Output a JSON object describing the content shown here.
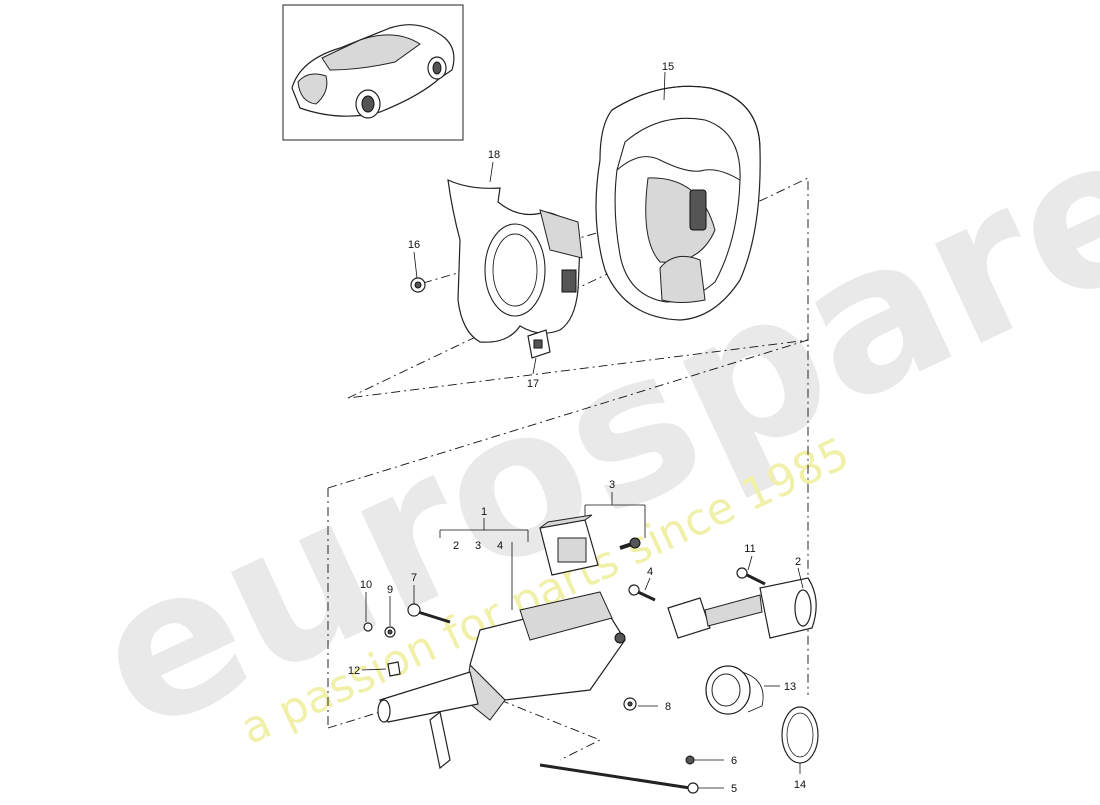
{
  "watermark": {
    "brand": "eurospares",
    "tagline": "a passion for parts since 1985"
  },
  "callouts": {
    "p1": "1",
    "p1_sub2": "2",
    "p1_sub3": "3",
    "p1_sub4": "4",
    "p2": "2",
    "p3": "3",
    "p4": "4",
    "p5": "5",
    "p6": "6",
    "p7": "7",
    "p8": "8",
    "p9": "9",
    "p10": "10",
    "p11": "11",
    "p12": "12",
    "p13": "13",
    "p14": "14",
    "p15": "15",
    "p16": "16",
    "p17": "17",
    "p18": "18"
  },
  "icons": {
    "thumbnail": "car-thumbnail-icon"
  }
}
